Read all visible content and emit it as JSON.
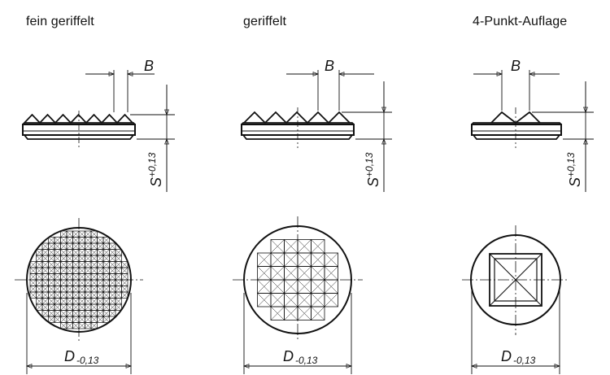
{
  "variants": [
    {
      "title": "fein geriffelt",
      "dim_b": "B",
      "dim_s": "S",
      "tol_s": "+0,13",
      "dim_d": "D",
      "tol_d": "-0,13"
    },
    {
      "title": "geriffelt",
      "dim_b": "B",
      "dim_s": "S",
      "tol_s": "+0,13",
      "dim_d": "D",
      "tol_d": "-0,13"
    },
    {
      "title": "4-Punkt-Auflage",
      "dim_b": "B",
      "dim_s": "S",
      "tol_s": "+0,13",
      "dim_d": "D",
      "tol_d": "-0,13"
    }
  ],
  "colors": {
    "line": "#111111",
    "background": "#ffffff"
  }
}
